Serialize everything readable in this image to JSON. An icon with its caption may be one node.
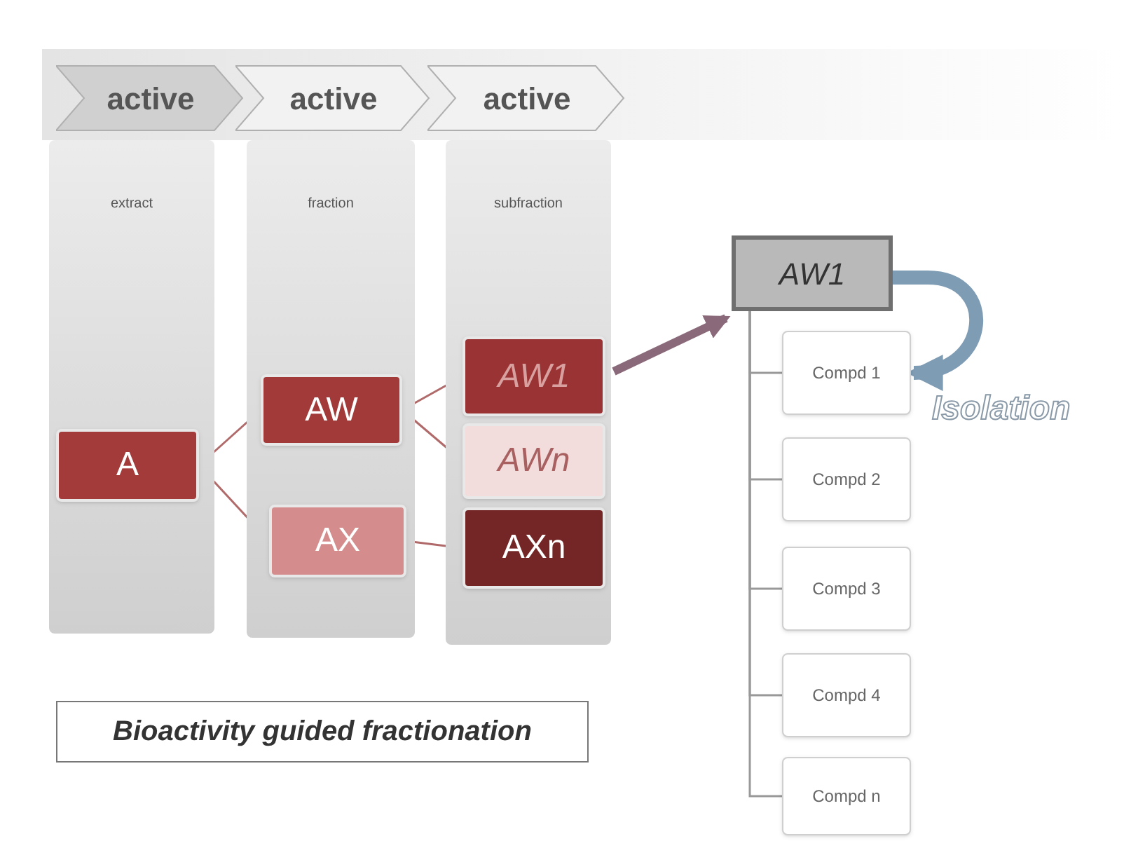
{
  "diagram": {
    "nodes": [
      {
        "text": [
          "active"
        ]
      },
      {
        "text": [
          "active"
        ]
      },
      {
        "text": [
          "active"
        ]
      },
      {
        "text": [
          "extract"
        ]
      },
      {
        "text": [
          "fraction"
        ]
      },
      {
        "text": [
          "subfraction"
        ]
      },
      {
        "text": [
          "A"
        ],
        "in": 3
      },
      {
        "text": [
          "AW"
        ],
        "in": 4
      },
      {
        "text": [
          "AX"
        ],
        "in": 4
      },
      {
        "text": [
          "AW1"
        ],
        "in": 5
      },
      {
        "text": [
          "AWn"
        ],
        "in": 5
      },
      {
        "text": [
          "AXn"
        ],
        "in": 5
      },
      {
        "text": [
          "AW1"
        ]
      },
      {
        "text": [
          "Compd 1"
        ]
      },
      {
        "text": [
          "Compd 2"
        ]
      },
      {
        "text": [
          "Compd 3"
        ]
      },
      {
        "text": [
          "Compd 4"
        ]
      },
      {
        "text": [
          "Compd n"
        ]
      },
      {
        "text": [
          "Bioactivity guided fractionation"
        ]
      }
    ],
    "edges": [
      {
        "from": 6,
        "to": 7,
        "arrow": "none"
      },
      {
        "from": 6,
        "to": 8,
        "arrow": "none"
      },
      {
        "from": 7,
        "to": 9,
        "arrow": "none"
      },
      {
        "from": 7,
        "to": 10,
        "arrow": "none"
      },
      {
        "from": 8,
        "to": 11,
        "arrow": "none"
      },
      {
        "from": 9,
        "to": 12,
        "arrow": "to",
        "style": "thick"
      },
      {
        "from": 12,
        "to": 13,
        "arrow": "to",
        "label": "Isolation",
        "style": "thick",
        "color": "#7f9cb5"
      },
      {
        "from": 12,
        "to": 13,
        "arrow": "none"
      },
      {
        "from": 12,
        "to": 14,
        "arrow": "none"
      },
      {
        "from": 12,
        "to": 15,
        "arrow": "none"
      },
      {
        "from": 12,
        "to": 16,
        "arrow": "none"
      },
      {
        "from": 12,
        "to": 17,
        "arrow": "none"
      }
    ]
  }
}
